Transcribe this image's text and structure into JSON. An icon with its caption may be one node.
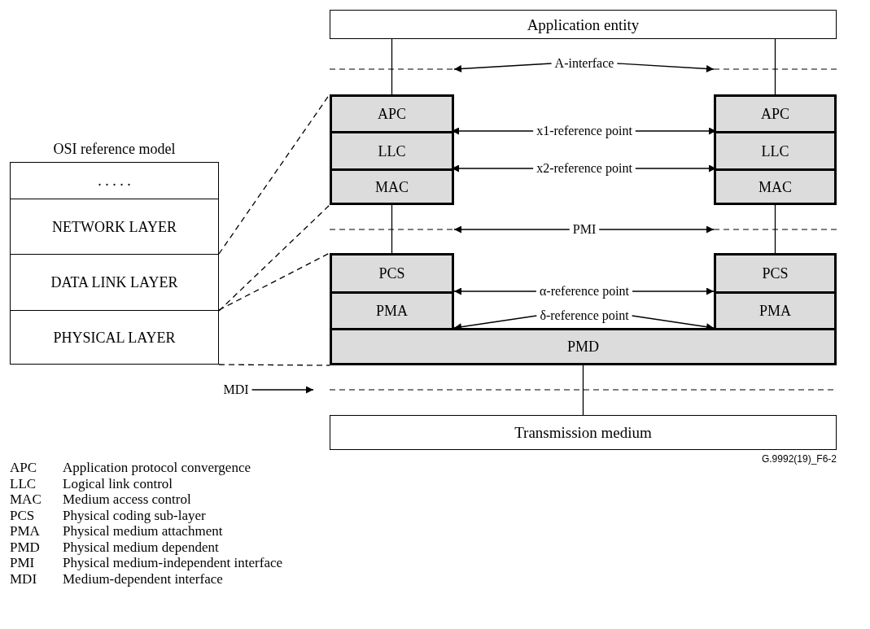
{
  "diagram": {
    "nodes": [
      {
        "text": [
          "Application entity"
        ]
      },
      {
        "text": [
          "OSI reference model"
        ]
      },
      {
        "text": [
          ". . . . ."
        ],
        "in": 1
      },
      {
        "text": [
          "NETWORK LAYER"
        ],
        "in": 1
      },
      {
        "text": [
          "DATA LINK LAYER"
        ],
        "in": 1
      },
      {
        "text": [
          "PHYSICAL LAYER"
        ],
        "in": 1
      },
      {
        "text": [],
        "shape": "box"
      },
      {
        "text": [
          "APC"
        ],
        "in": 6
      },
      {
        "text": [
          "LLC"
        ],
        "in": 6
      },
      {
        "text": [
          "MAC"
        ],
        "in": 6
      },
      {
        "text": [],
        "shape": "box"
      },
      {
        "text": [
          "APC"
        ],
        "in": 10
      },
      {
        "text": [
          "LLC"
        ],
        "in": 10
      },
      {
        "text": [
          "MAC"
        ],
        "in": 10
      },
      {
        "text": [
          "PCS"
        ]
      },
      {
        "text": [
          "PMA"
        ]
      },
      {
        "text": [
          "PCS"
        ]
      },
      {
        "text": [
          "PMA"
        ]
      },
      {
        "text": [
          "PMD"
        ]
      },
      {
        "text": [
          "Transmission medium"
        ]
      },
      {
        "text": [
          "A-interface"
        ]
      },
      {
        "text": [
          "x1-reference point"
        ]
      },
      {
        "text": [
          "x2-reference point"
        ]
      },
      {
        "text": [
          "PMI"
        ]
      },
      {
        "text": [
          "α-reference point"
        ]
      },
      {
        "text": [
          "δ-reference point"
        ]
      },
      {
        "text": [
          "MDI"
        ]
      }
    ],
    "edges": [
      {
        "from": 0,
        "to": 6,
        "arrow": "none"
      },
      {
        "from": 0,
        "to": 10,
        "arrow": "none"
      },
      {
        "from": 6,
        "to": 14,
        "arrow": "none"
      },
      {
        "from": 10,
        "to": 16,
        "arrow": "none"
      },
      {
        "from": 18,
        "to": 19,
        "arrow": "none"
      },
      {
        "from": 4,
        "to": 6,
        "arrow": "none",
        "style": "dashed"
      },
      {
        "from": 4,
        "to": 6,
        "arrow": "none",
        "style": "dashed"
      },
      {
        "from": 5,
        "to": 14,
        "arrow": "none",
        "style": "dashed"
      },
      {
        "from": 5,
        "to": 18,
        "arrow": "none",
        "style": "dashed"
      },
      {
        "from": 20,
        "to": null,
        "arrow": "to"
      },
      {
        "from": 20,
        "to": null,
        "arrow": "to"
      },
      {
        "from": 21,
        "to": 8,
        "arrow": "to"
      },
      {
        "from": 21,
        "to": 12,
        "arrow": "to"
      },
      {
        "from": 22,
        "to": 9,
        "arrow": "to"
      },
      {
        "from": 22,
        "to": 13,
        "arrow": "to"
      },
      {
        "from": 23,
        "to": null,
        "arrow": "to"
      },
      {
        "from": 23,
        "to": null,
        "arrow": "to"
      },
      {
        "from": 24,
        "to": 15,
        "arrow": "to"
      },
      {
        "from": 24,
        "to": 17,
        "arrow": "to"
      },
      {
        "from": 25,
        "to": 15,
        "arrow": "to"
      },
      {
        "from": 25,
        "to": 17,
        "arrow": "to"
      },
      {
        "from": 26,
        "to": null,
        "arrow": "to"
      }
    ],
    "labels": [
      "G.9992(19)_F6-2",
      "APC",
      "Application protocol convergence",
      "LLC",
      "Logical link control",
      "MAC",
      "Medium access control",
      "PCS",
      "Physical coding sub-layer",
      "PMA",
      "Physical medium attachment",
      "PMD",
      "Physical medium dependent",
      "PMI",
      "Physical medium-independent interface",
      "MDI",
      "Medium-dependent interface"
    ]
  }
}
